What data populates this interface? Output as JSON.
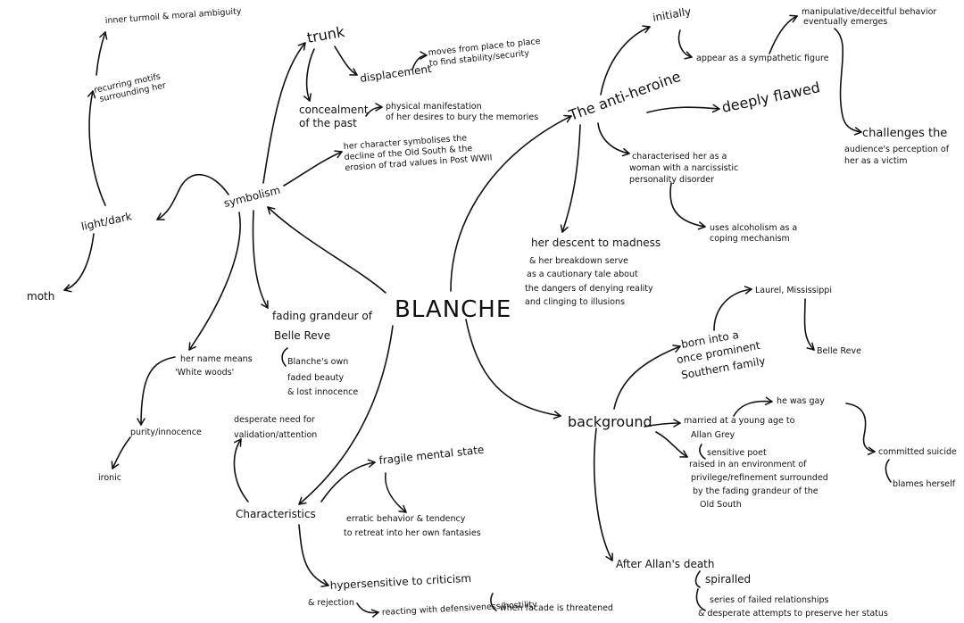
{
  "central": "BLANCHE",
  "branches": {
    "symbolism": {
      "label": "symbolism",
      "trunk": "trunk",
      "displacement": "displacement",
      "displacement_note": [
        "moves from place to place",
        "to find stability/security"
      ],
      "concealment": [
        "concealment",
        "of the past"
      ],
      "concealment_note": [
        "physical manifestation",
        "of her desires to bury the memories"
      ],
      "old_south": [
        "her character symbolises the",
        "decline of the Old South & the",
        "erosion of trad values in Post WWII"
      ],
      "light_dark": "light/dark",
      "moth": "moth",
      "recurring_motifs": [
        "recurring motifs",
        "surrounding her"
      ],
      "inner_turmoil": "inner turmoil & moral ambiguity",
      "fading_grandeur": [
        "fading grandeur of",
        "Belle Reve"
      ],
      "fading_note": [
        "Blanche's own",
        "faded beauty",
        "& lost innocence"
      ],
      "name_means": [
        "her name means",
        "'White woods'"
      ],
      "purity": "purity/innocence",
      "ironic": "ironic"
    },
    "anti_heroine": {
      "label": "The anti-heroine",
      "initially": "initially",
      "sympathetic": "appear as a sympathetic figure",
      "manipulative": [
        "manipulative/deceitful behavior",
        "eventually emerges"
      ],
      "challenges": [
        "challenges the",
        "audience's perception of",
        "her as a victim"
      ],
      "deeply_flawed": "deeply flawed",
      "narcissistic": [
        "characterised her as a",
        "woman with a narcissistic",
        "personality disorder"
      ],
      "alcoholism": [
        "uses alcoholism as a",
        "coping mechanism"
      ],
      "descent": [
        "her descent to madness",
        "& her breakdown serve",
        "as a cautionary tale about",
        "the dangers of denying reality",
        "and clinging to illusions"
      ]
    },
    "background": {
      "label": "background",
      "born": [
        "born into a",
        "once prominent",
        "Southern family"
      ],
      "laurel": "Laurel, Mississippi",
      "belle_reve": "Belle Reve",
      "married": [
        "married at a young age to",
        "Allan Grey"
      ],
      "sensitive_poet": "sensitive poet",
      "was_gay": "he was gay",
      "suicide": "committed suicide",
      "blames": "blames herself",
      "raised": [
        "raised in an environment of",
        "privilege/refinement surrounded",
        "by the fading grandeur of the",
        "Old South"
      ],
      "after_allan": "After Allan's death",
      "spiralled": "spiralled",
      "failed_relationships": [
        "series of failed relationships",
        "& desperate attempts to preserve her status"
      ]
    },
    "characteristics": {
      "label": "Characteristics",
      "desperate_need": [
        "desperate need for",
        "validation/attention"
      ],
      "fragile": "fragile mental state",
      "erratic": [
        "erratic behavior & tendency",
        "to retreat into her own fantasies"
      ],
      "hypersensitive": "hypersensitive to criticism",
      "rejection": "& rejection",
      "reacting": "reacting with defensiveness/hostility",
      "facade": "when facade is threatened"
    }
  }
}
